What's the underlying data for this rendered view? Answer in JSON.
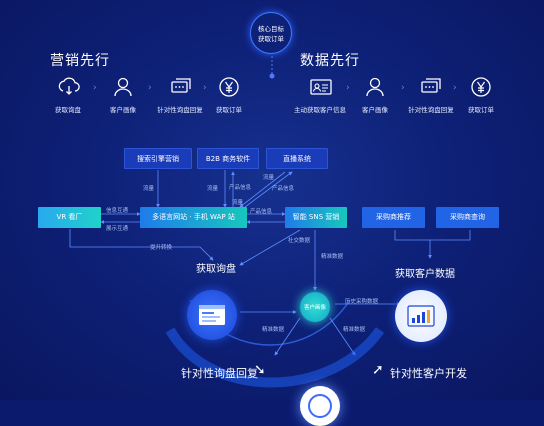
{
  "core": {
    "line1": "核心目标",
    "line2": "获取订单"
  },
  "left": {
    "title": "营销先行",
    "steps": [
      {
        "label": "获取询盘",
        "icon": "cloud-sync-icon"
      },
      {
        "label": "客户画像",
        "icon": "user-icon"
      },
      {
        "label": "针对性询盘回复",
        "icon": "chat-icon"
      },
      {
        "label": "获取订单",
        "icon": "yen-icon"
      }
    ]
  },
  "right": {
    "title": "数据先行",
    "steps": [
      {
        "label": "主动获取客户信息",
        "icon": "id-card-icon"
      },
      {
        "label": "客户画像",
        "icon": "user-icon"
      },
      {
        "label": "针对性询盘回复",
        "icon": "chat-icon"
      },
      {
        "label": "获取订单",
        "icon": "yen-icon"
      }
    ]
  },
  "flow": {
    "top_boxes": [
      "搜索引擎营销",
      "B2B 商务软件",
      "直播系统"
    ],
    "vr": "VR 看厂",
    "site": "多语言网站 · 手机 WAP 站",
    "sns": "智能 SNS 营销",
    "rec": "采购商推荐",
    "query": "采购商查询",
    "labels": {
      "flow1": "流量",
      "flow2": "流量",
      "product1": "产品信息",
      "flow3": "流量",
      "product2": "产品信息",
      "flow4": "流量",
      "info": "信息互通",
      "display": "展示互通",
      "convert": "提升转换",
      "social": "社交数据",
      "precise": "精准数据"
    },
    "get_inquiry": "获取询盘",
    "get_customer": "获取客户数据"
  },
  "bottom": {
    "portrait": "客户画像",
    "history": "历史采购数据",
    "precise_left": "精准数据",
    "precise_right": "精准数据",
    "reply": "针对性询盘回复",
    "develop": "针对性客户开发"
  },
  "colors": {
    "background": "#0e2178",
    "accent": "#1fd2c9",
    "dark_box": "#1a3cb8"
  }
}
